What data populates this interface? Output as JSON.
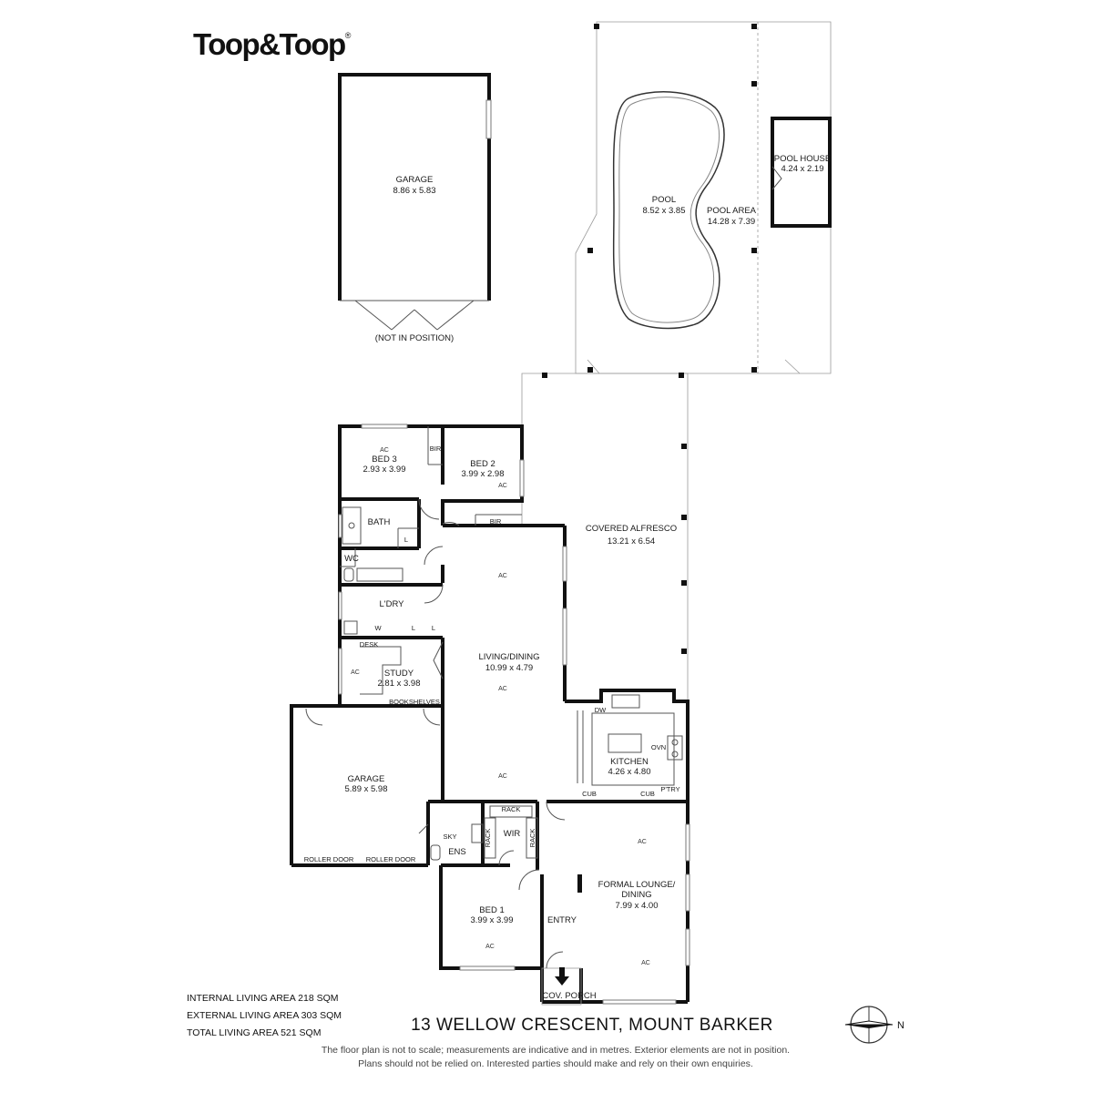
{
  "brand": {
    "name": "Toop&Toop",
    "mark": "®"
  },
  "rooms": {
    "garage_detached": {
      "name": "GARAGE",
      "dims": "8.86 x 5.83",
      "note": "(NOT IN POSITION)"
    },
    "pool": {
      "name": "POOL",
      "dims": "8.52 x 3.85"
    },
    "pool_area": {
      "name": "POOL AREA",
      "dims": "14.28 x 7.39"
    },
    "pool_house": {
      "name": "POOL HOUSE",
      "dims": "4.24 x 2.19"
    },
    "bed3": {
      "name": "BED 3",
      "dims": "2.93 x 3.99"
    },
    "bed2": {
      "name": "BED 2",
      "dims": "3.99 x 2.98"
    },
    "covered_alfresco": {
      "name": "COVERED ALFRESCO",
      "dims": "13.21 x 6.54"
    },
    "bath": {
      "name": "BATH"
    },
    "wc": {
      "name": "WC"
    },
    "laundry": {
      "name": "L'DRY"
    },
    "living_dining": {
      "name": "LIVING/DINING",
      "dims": "10.99 x 4.79"
    },
    "study": {
      "name": "STUDY",
      "dims": "2.81 x 3.98"
    },
    "kitchen": {
      "name": "KITCHEN",
      "dims": "4.26 x 4.80"
    },
    "garage_main": {
      "name": "GARAGE",
      "dims": "5.89 x 5.98"
    },
    "ensuite": {
      "name": "ENS"
    },
    "wir": {
      "name": "WIR"
    },
    "formal_lounge": {
      "name_line1": "FORMAL LOUNGE/",
      "name_line2": "DINING",
      "dims": "7.99 x 4.00"
    },
    "bed1": {
      "name": "BED 1",
      "dims": "3.99 x 3.99"
    },
    "entry": {
      "name": "ENTRY"
    },
    "porch": {
      "name": "COV. PORCH"
    }
  },
  "fixtures": {
    "ac": "AC",
    "bir": "BIR",
    "linen": "L",
    "washer": "W",
    "desk": "DESK",
    "bookshelves": "BOOKSHELVES",
    "dishwasher": "DW",
    "oven": "OVN",
    "pantry": "P'TRY",
    "cupboard": "CUB",
    "rack": "RACK",
    "skylight": "SKY",
    "roller_door": "ROLLER DOOR"
  },
  "areas": {
    "internal": "INTERNAL LIVING AREA 218 SQM",
    "external": "EXTERNAL LIVING AREA 303 SQM",
    "total": "TOTAL LIVING AREA 521 SQM"
  },
  "address": "13 WELLOW CRESCENT, MOUNT BARKER",
  "disclaimer": {
    "line1": "The floor plan is not to scale; measurements are indicative and in metres. Exterior elements are not in position.",
    "line2": "Plans should not be relied on. Interested parties should make and rely on their own enquiries."
  },
  "compass": {
    "label": "N"
  }
}
